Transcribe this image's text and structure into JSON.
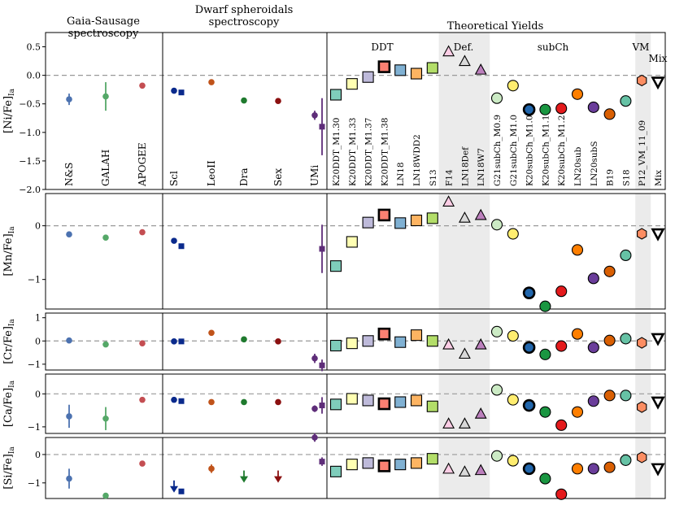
{
  "figure": {
    "headers": [
      "Gaia-Sausage\nspectroscopy",
      "Dwarf spheroidals\nspectroscopy",
      "Theoretical Yields"
    ],
    "group_labels": [
      "DDT",
      "Def.",
      "subCh",
      "VM",
      "Mix"
    ]
  },
  "chart_data": [
    {
      "type": "scatter",
      "ylabel": "[Ni/Fe]",
      "ylabel_sub": "Ia",
      "ylim": [
        -2.0,
        0.75
      ],
      "yticks": [
        "−2.0",
        "−1.5",
        "−1.0",
        "−0.5",
        "0.0",
        "0.5"
      ],
      "ytick_values": [
        -2.0,
        -1.5,
        -1.0,
        -0.5,
        0.0,
        0.5
      ],
      "obs_gse": [
        {
          "name": "N&S",
          "y": -0.42,
          "err": [
            0.1,
            0.1
          ]
        },
        {
          "name": "GALAH",
          "y": -0.37,
          "err": [
            0.25,
            0.25
          ]
        },
        {
          "name": "APOGEE",
          "y": -0.18,
          "err": [
            0,
            0
          ]
        }
      ],
      "obs_dsph": [
        {
          "name": "Scl",
          "y": -0.27,
          "err": [
            0,
            0
          ],
          "y2": -0.3
        },
        {
          "name": "LeoII",
          "y": -0.12,
          "err": [
            0,
            0
          ]
        },
        {
          "name": "Dra",
          "y": -0.44,
          "err": [
            0,
            0
          ]
        },
        {
          "name": "Sex",
          "y": -0.45,
          "err": [
            0,
            0
          ]
        },
        {
          "name": "UMi",
          "y": -0.7,
          "err": [
            0.08,
            0.08
          ],
          "y2": -0.9,
          "err2": [
            0.5,
            0.5
          ]
        }
      ],
      "models": [
        -0.34,
        -0.15,
        -0.03,
        0.15,
        0.09,
        0.03,
        0.13,
        0.42,
        0.25,
        0.1,
        -0.4,
        -0.18,
        -0.6,
        -0.6,
        -0.58,
        -0.33,
        -0.56,
        -0.68,
        -0.45,
        -0.09,
        -0.12
      ]
    },
    {
      "type": "scatter",
      "ylabel": "[Mn/Fe]",
      "ylabel_sub": "Ia",
      "ylim": [
        -1.55,
        0.6
      ],
      "yticks": [
        "−1",
        "0"
      ],
      "ytick_values": [
        -1,
        0
      ],
      "obs_gse": [
        {
          "name": "N&S",
          "y": -0.16,
          "err": [
            0,
            0
          ]
        },
        {
          "name": "GALAH",
          "y": -0.22,
          "err": [
            0,
            0
          ]
        },
        {
          "name": "APOGEE",
          "y": -0.12,
          "err": [
            0,
            0
          ]
        }
      ],
      "obs_dsph": [
        {
          "name": "Scl",
          "y": -0.28,
          "err": [
            0,
            0
          ],
          "y2": -0.38
        },
        {
          "name": "UMi",
          "y2": -0.43,
          "err2": [
            0.45,
            0.45
          ]
        }
      ],
      "models": [
        -0.75,
        -0.3,
        0.06,
        0.2,
        0.05,
        0.1,
        0.14,
        0.45,
        0.15,
        0.2,
        0.02,
        -0.15,
        -1.25,
        -1.5,
        -1.22,
        -0.45,
        -0.98,
        -0.85,
        -0.55,
        -0.15,
        -0.15
      ]
    },
    {
      "type": "scatter",
      "ylabel": "[Cr/Fe]",
      "ylabel_sub": "Ia",
      "ylim": [
        -1.25,
        1.2
      ],
      "yticks": [
        "−1",
        "0",
        "1"
      ],
      "ytick_values": [
        -1,
        0,
        1
      ],
      "obs_gse": [
        {
          "name": "N&S",
          "y": 0.02,
          "err": [
            0,
            0
          ]
        },
        {
          "name": "GALAH",
          "y": -0.15,
          "err": [
            0,
            0
          ]
        },
        {
          "name": "APOGEE",
          "y": -0.1,
          "err": [
            0,
            0
          ]
        }
      ],
      "obs_dsph": [
        {
          "name": "Scl",
          "y": -0.02,
          "err": [
            0,
            0
          ],
          "y2": -0.02
        },
        {
          "name": "LeoII",
          "y": 0.35,
          "err": [
            0,
            0
          ]
        },
        {
          "name": "Dra",
          "y": 0.07,
          "err": [
            0,
            0
          ]
        },
        {
          "name": "Sex",
          "y": -0.02,
          "err": [
            0,
            0
          ]
        },
        {
          "name": "UMi",
          "y": -0.75,
          "err": [
            0.2,
            0.2
          ],
          "y2": -1.05,
          "err2": [
            0.25,
            0.25
          ]
        }
      ],
      "models": [
        -0.2,
        -0.1,
        0.0,
        0.3,
        -0.05,
        0.25,
        0.0,
        -0.15,
        -0.55,
        -0.15,
        0.4,
        0.22,
        -0.28,
        -0.58,
        -0.22,
        0.3,
        -0.28,
        0.02,
        0.1,
        -0.08,
        0.1
      ]
    },
    {
      "type": "scatter",
      "ylabel": "[Ca/Fe]",
      "ylabel_sub": "Ia",
      "ylim": [
        -1.2,
        0.6
      ],
      "yticks": [
        "−1",
        "0"
      ],
      "ytick_values": [
        -1,
        0
      ],
      "obs_gse": [
        {
          "name": "N&S",
          "y": -0.68,
          "err": [
            0.35,
            0.35
          ]
        },
        {
          "name": "GALAH",
          "y": -0.75,
          "err": [
            0.35,
            0.35
          ]
        },
        {
          "name": "APOGEE",
          "y": -0.18,
          "err": [
            0,
            0
          ]
        }
      ],
      "obs_dsph": [
        {
          "name": "Scl",
          "y": -0.18,
          "err": [
            0,
            0
          ],
          "y2": -0.22
        },
        {
          "name": "LeoII",
          "y": -0.25,
          "err": [
            0,
            0
          ]
        },
        {
          "name": "Dra",
          "y": -0.25,
          "err": [
            0,
            0
          ]
        },
        {
          "name": "Sex",
          "y": -0.25,
          "err": [
            0,
            0
          ]
        },
        {
          "name": "UMi",
          "y": -0.45,
          "err": [
            0.1,
            0.1
          ],
          "y2": -0.35,
          "err2": [
            0.25,
            0.25
          ]
        }
      ],
      "models": [
        -0.32,
        -0.15,
        -0.2,
        -0.3,
        -0.25,
        -0.2,
        -0.38,
        -0.9,
        -0.9,
        -0.6,
        0.12,
        -0.18,
        -0.35,
        -0.55,
        -0.95,
        -0.55,
        -0.22,
        -0.05,
        -0.05,
        -0.4,
        -0.25
      ]
    },
    {
      "type": "scatter",
      "ylabel": "[Si/Fe]",
      "ylabel_sub": "Ia",
      "ylim": [
        -1.55,
        0.6
      ],
      "yticks": [
        "−1",
        "0"
      ],
      "ytick_values": [
        -1,
        0
      ],
      "obs_gse": [
        {
          "name": "N&S",
          "y": -0.85,
          "err": [
            0.35,
            0.35
          ]
        },
        {
          "name": "GALAH",
          "y": -1.45,
          "err": [
            0.1,
            0.1
          ]
        },
        {
          "name": "APOGEE",
          "y": -0.32,
          "err": [
            0,
            0
          ]
        }
      ],
      "obs_dsph": [
        {
          "name": "Scl",
          "y": -1.2,
          "err": [
            0,
            0
          ],
          "y2": -1.3,
          "upper_limit": true
        },
        {
          "name": "LeoII",
          "y": -0.5,
          "err": [
            0.15,
            0.15
          ]
        },
        {
          "name": "Dra",
          "y": -0.85,
          "err": [
            0,
            0
          ],
          "upper_limit": true
        },
        {
          "name": "Sex",
          "y": -0.85,
          "err": [
            0,
            0
          ],
          "upper_limit": true
        },
        {
          "name": "UMi",
          "y": 0.6,
          "err": [
            0.15,
            0.15
          ],
          "y2": -0.25,
          "err2": [
            0.15,
            0.15
          ]
        }
      ],
      "models": [
        -0.6,
        -0.35,
        -0.3,
        -0.4,
        -0.35,
        -0.3,
        -0.15,
        -0.5,
        -0.6,
        -0.55,
        -0.05,
        -0.22,
        -0.5,
        -0.85,
        -1.4,
        -0.5,
        -0.5,
        -0.45,
        -0.2,
        -0.1,
        -0.5
      ]
    }
  ],
  "gse_labels": [
    "N&S",
    "GALAH",
    "APOGEE"
  ],
  "dsph_labels": [
    "Scl",
    "LeoII",
    "Dra",
    "Sex",
    "UMi"
  ],
  "model_labels": [
    "K20DDT_M1.30",
    "K20DDT_M1.33",
    "K20DDT_M1.37",
    "K20DDT_M1.38",
    "LN18",
    "LN18WDD2",
    "S13",
    "F14",
    "LN18Def",
    "LN18W7",
    "G21subCh_M0.9",
    "G21subCh_M1.0",
    "K20subCh_M1.0",
    "K20subCh_M1.1",
    "K20subCh_M1.2",
    "LN20sub",
    "LN20subS",
    "B19",
    "S18",
    "P12_VM_11_09",
    "Mix"
  ],
  "model_styles": [
    {
      "shape": "square",
      "color": "#7fcdbb"
    },
    {
      "shape": "square",
      "color": "#ffffb3"
    },
    {
      "shape": "square",
      "color": "#bebada"
    },
    {
      "shape": "square",
      "color": "#fb8072",
      "thick": true
    },
    {
      "shape": "square",
      "color": "#80b1d3"
    },
    {
      "shape": "square",
      "color": "#fdb462"
    },
    {
      "shape": "square",
      "color": "#b3de69"
    },
    {
      "shape": "triangle",
      "color": "#fccde5"
    },
    {
      "shape": "triangle",
      "color": "#d9d9d9"
    },
    {
      "shape": "triangle",
      "color": "#bc80bd"
    },
    {
      "shape": "circle",
      "color": "#ccebc5"
    },
    {
      "shape": "circle",
      "color": "#ffed6f"
    },
    {
      "shape": "circle",
      "color": "#2166ac",
      "thick": true
    },
    {
      "shape": "circle",
      "color": "#1a9641"
    },
    {
      "shape": "circle",
      "color": "#e41a1c"
    },
    {
      "shape": "circle",
      "color": "#ff7f00"
    },
    {
      "shape": "circle",
      "color": "#6a3d9a"
    },
    {
      "shape": "circle",
      "color": "#d95f02"
    },
    {
      "shape": "circle",
      "color": "#66c2a5"
    },
    {
      "shape": "hexagon",
      "color": "#fc8d62"
    },
    {
      "shape": "invtriangle",
      "color": "#ffffff",
      "thick": true
    }
  ],
  "colors": {
    "gse": [
      "#4c72b0",
      "#55a868",
      "#c44e52"
    ],
    "dsph": [
      "#0a2a8c",
      "#c0531a",
      "#1f7a2e",
      "#8b1010",
      "#5e2d79"
    ],
    "shade": "#ebebeb",
    "zero_line": "#999999"
  }
}
